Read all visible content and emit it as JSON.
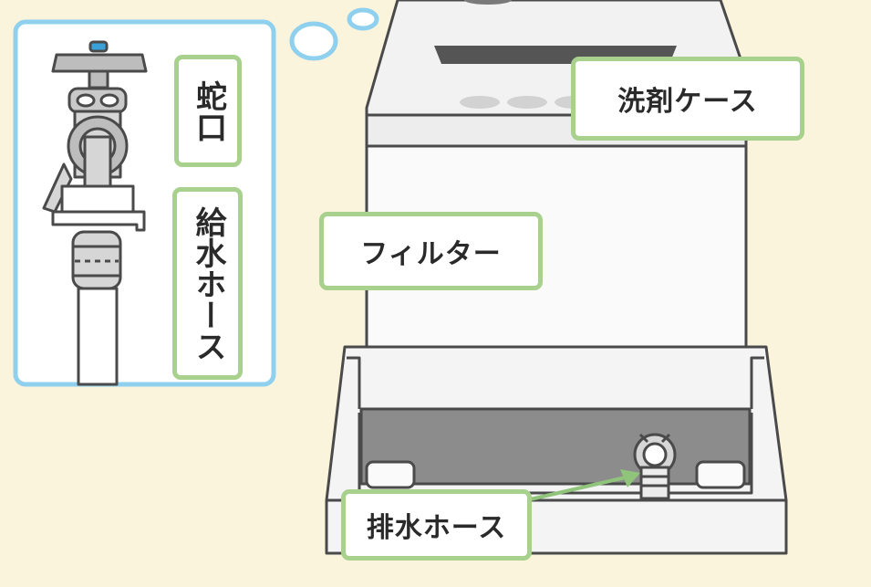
{
  "labels": {
    "faucet": "蛇口",
    "supply_hose": "給水ホース",
    "detergent_case": "洗剤ケース",
    "filter": "フィルター",
    "drain_hose": "排水ホース"
  },
  "colors": {
    "background": "#fbf4dd",
    "label_border": "#a9d18e",
    "inset_border": "#8fd0ee",
    "outline": "#4a4a4a",
    "tray_fill": "#8c8c8c",
    "arrow": "#8fc47a"
  },
  "icons": {
    "faucet": "faucet-icon",
    "washer": "washing-machine-icon",
    "tray": "drain-pan-icon",
    "arrow": "arrow-icon"
  }
}
